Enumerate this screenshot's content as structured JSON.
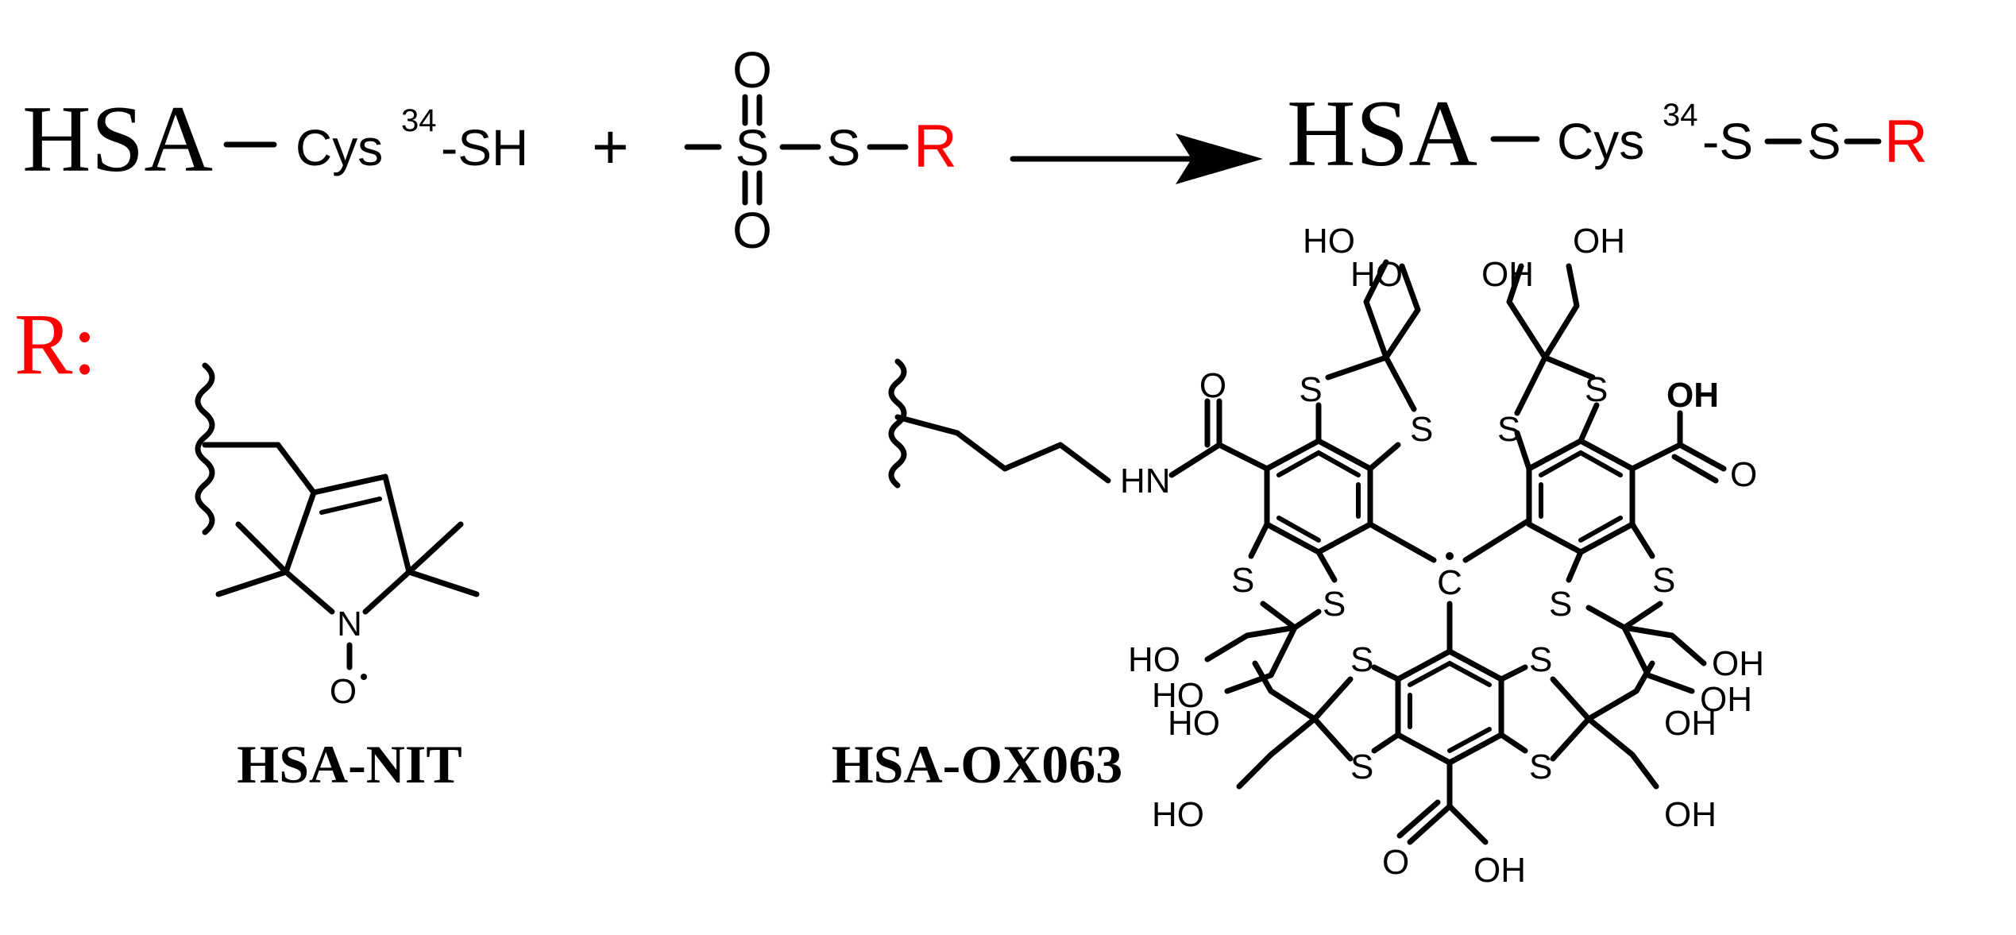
{
  "equation": {
    "reactant_left_label": "HSA",
    "reactant_left_group": "Cys",
    "reactant_left_superscript": "34",
    "reactant_left_suffix": "-SH",
    "plus_sign": "+",
    "reagent_atom_o_top": "O",
    "reagent_atom_s_center": "S",
    "reagent_atom_o_bottom": "O",
    "reagent_atom_s_right": "S",
    "reagent_r": "R",
    "product_label": "HSA",
    "product_group": "Cys",
    "product_superscript": "34",
    "product_s1": "-S",
    "product_s2": "S",
    "product_r": "R"
  },
  "r_definition": {
    "label": "R:"
  },
  "structures": {
    "nit": {
      "name": "HSA-NIT",
      "atom_n": "N",
      "atom_o": "O"
    },
    "ox063": {
      "name": "HSA-OX063",
      "amide_o": "O",
      "amide_hn": "HN",
      "acid_top_oh": "OH",
      "acid_top_o": "O",
      "acid_bottom_o": "O",
      "acid_bottom_oh": "OH",
      "central_c": "C",
      "s_label": "S",
      "oh_label": "OH",
      "ho_label": "HO"
    }
  },
  "colors": {
    "r_group": "#ff0000",
    "text": "#000000"
  }
}
